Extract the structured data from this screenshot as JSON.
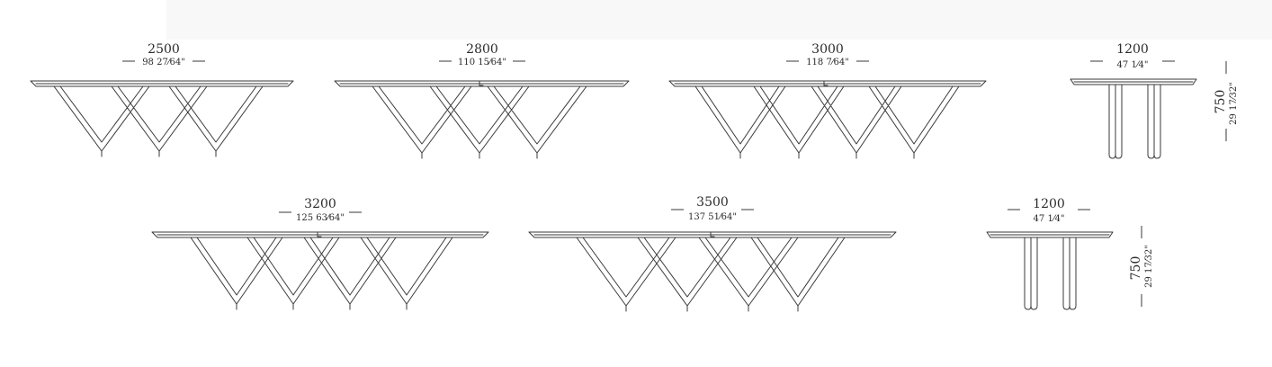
{
  "tables": [
    {
      "id": "table-2500",
      "kind": "front",
      "mm": "2500",
      "inch": "98 27⁄64\""
    },
    {
      "id": "table-2800",
      "kind": "front",
      "mm": "2800",
      "inch": "110 15⁄64\""
    },
    {
      "id": "table-3000",
      "kind": "front",
      "mm": "3000",
      "inch": "118 7⁄64\""
    },
    {
      "id": "table-side-1",
      "kind": "side",
      "mm": "1200",
      "inch": "47 1⁄4\"",
      "height_mm": "750",
      "height_inch": "29 17⁄32\""
    },
    {
      "id": "table-3200",
      "kind": "front",
      "mm": "3200",
      "inch": "125 63⁄64\""
    },
    {
      "id": "table-3500",
      "kind": "front",
      "mm": "3500",
      "inch": "137 51⁄64\""
    },
    {
      "id": "table-side-2",
      "kind": "side",
      "mm": "1200",
      "inch": "47 1⁄4\"",
      "height_mm": "750",
      "height_inch": "29 17⁄32\""
    }
  ],
  "colors": {
    "line": "#3a3a3a",
    "text": "#2b2b2b",
    "band": "#f8f8f8"
  }
}
